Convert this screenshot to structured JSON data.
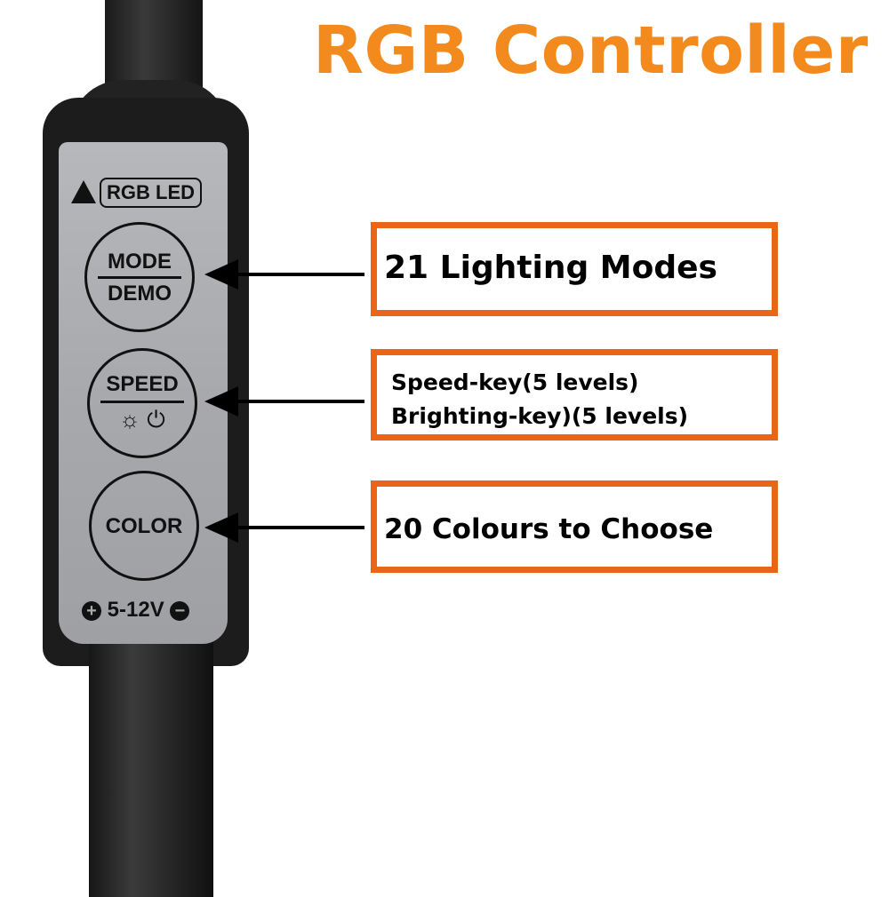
{
  "title": "RGB Controller",
  "colors": {
    "title": "#f28a1e",
    "box_border": "#e8661a",
    "panel": "#aeafb3",
    "housing": "#1c1c1c"
  },
  "device": {
    "label": "RGB LED",
    "buttons": [
      {
        "top": "MODE",
        "bottom": "DEMO"
      },
      {
        "top": "SPEED",
        "bottom_icons": [
          "sun-brightness-icon",
          "power-icon"
        ]
      },
      {
        "top": "COLOR"
      }
    ],
    "voltage": "5-12V",
    "plus": "+",
    "minus": "−",
    "icons": {
      "sun": "☼",
      "power": "⏻"
    }
  },
  "callouts": [
    {
      "lines": [
        "21 Lighting Modes"
      ]
    },
    {
      "lines": [
        "Speed-key(5 levels)",
        "Brighting-key)(5 levels)"
      ]
    },
    {
      "lines": [
        "20 Colours to Choose"
      ]
    }
  ]
}
